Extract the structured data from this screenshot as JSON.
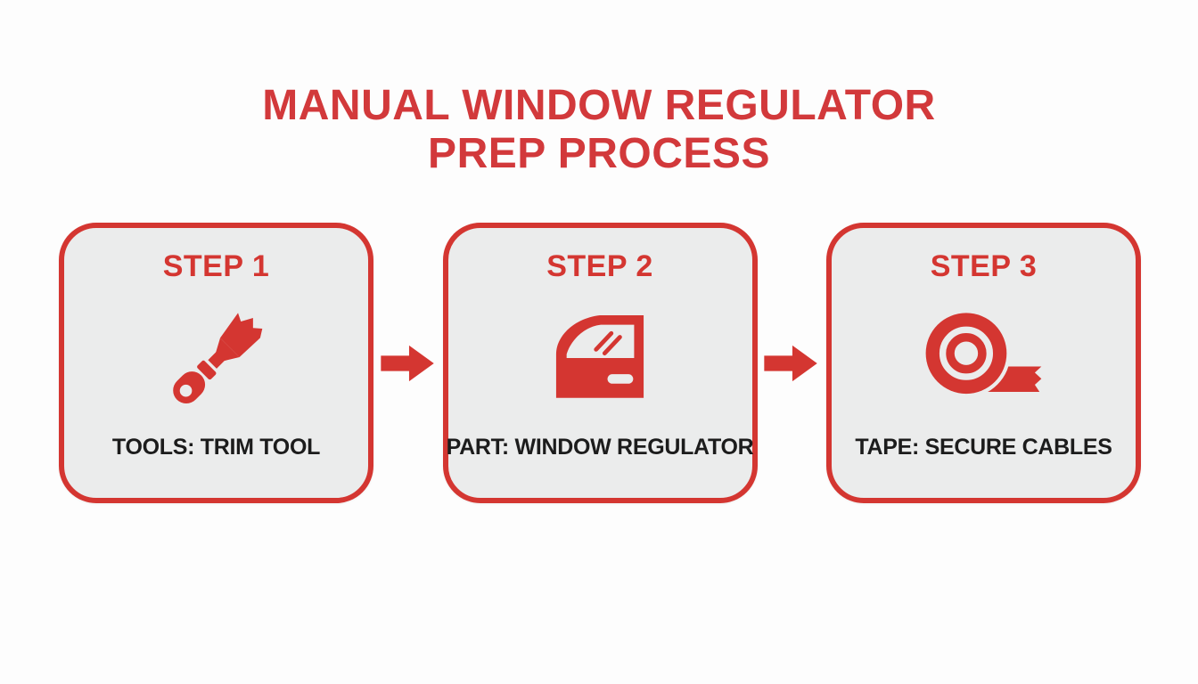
{
  "title": "MANUAL WINDOW REGULATOR PREP PROCESS",
  "colors": {
    "accent": "#d43631",
    "title": "#d2393b",
    "box_bg": "#ebecec",
    "caption_text": "#1c1c1c",
    "page_bg": "#fdfdfd"
  },
  "steps": [
    {
      "heading": "STEP 1",
      "caption": "TOOLS: TRIM TOOL",
      "icon": "trim-tool-icon"
    },
    {
      "heading": "STEP 2",
      "caption": "PART: WINDOW REGULATOR",
      "icon": "car-door-icon"
    },
    {
      "heading": "STEP 3",
      "caption": "TAPE: SECURE CABLES",
      "icon": "tape-roll-icon"
    }
  ],
  "connectors": [
    {
      "icon": "arrow-right-icon"
    },
    {
      "icon": "arrow-right-icon"
    }
  ]
}
